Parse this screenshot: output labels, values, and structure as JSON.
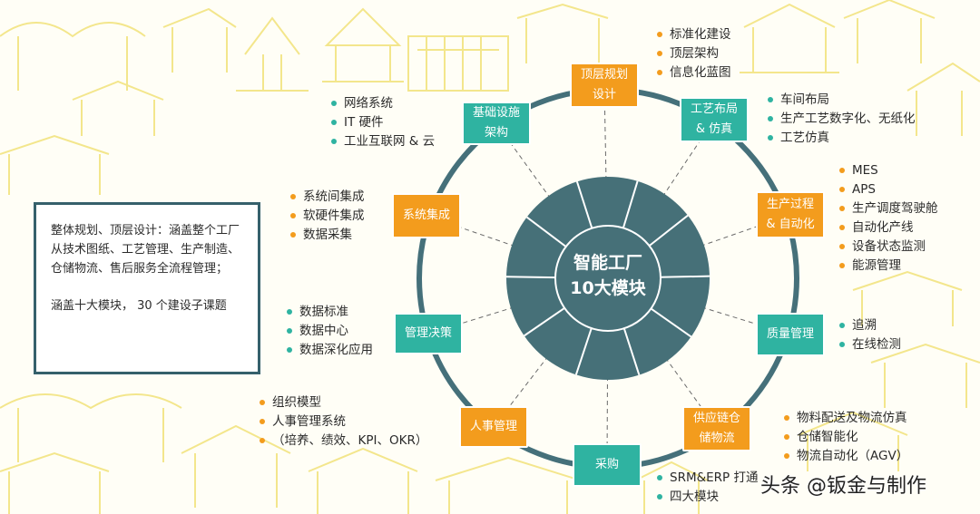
{
  "center": {
    "title": "智能工厂\n10大模块"
  },
  "colors": {
    "teal": "#2fb3a1",
    "orange": "#f39c1d",
    "center": "#467078",
    "ring": "#45707a",
    "summary_border": "#35606b"
  },
  "modules": [
    {
      "name": "顶层规划\n设计",
      "color": "orange",
      "items": [
        "标准化建设",
        "顶层架构",
        "信息化蓝图"
      ]
    },
    {
      "name": "工艺布局\n& 仿真",
      "color": "teal",
      "items": [
        "车间布局",
        "生产工艺数字化、无纸化",
        "工艺仿真"
      ]
    },
    {
      "name": "生产过程\n& 自动化",
      "color": "orange",
      "items": [
        "MES",
        "APS",
        "生产调度驾驶舱",
        "自动化产线",
        "设备状态监测",
        "能源管理"
      ]
    },
    {
      "name": "质量管理",
      "color": "teal",
      "items": [
        "追溯",
        "在线检测"
      ]
    },
    {
      "name": "供应链仓\n储物流",
      "color": "orange",
      "items": [
        "物料配送及物流仿真",
        "仓储智能化",
        "物流自动化（AGV）"
      ]
    },
    {
      "name": "采购",
      "color": "teal",
      "items": [
        "SRM&ERP 打通",
        "四大模块"
      ]
    },
    {
      "name": "人事管理",
      "color": "orange",
      "items": [
        "组织模型",
        "人事管理系统",
        "（培养、绩效、KPI、OKR）"
      ]
    },
    {
      "name": "管理决策",
      "color": "teal",
      "items": [
        "数据标准",
        "数据中心",
        "数据深化应用"
      ]
    },
    {
      "name": "系统集成",
      "color": "orange",
      "items": [
        "系统间集成",
        "软硬件集成",
        "数据采集"
      ]
    },
    {
      "name": "基础设施\n架构",
      "color": "teal",
      "items": [
        "网络系统",
        "IT 硬件",
        "工业互联网 & 云"
      ]
    }
  ],
  "summary": {
    "para1": "整体规划、顶层设计：涵盖整个工厂从技术图纸、工艺管理、生产制造、仓储物流、售后服务全流程管理；",
    "para2": "涵盖十大模块，  30 个建设子课题"
  },
  "watermark": "头条 @钣金与制作"
}
